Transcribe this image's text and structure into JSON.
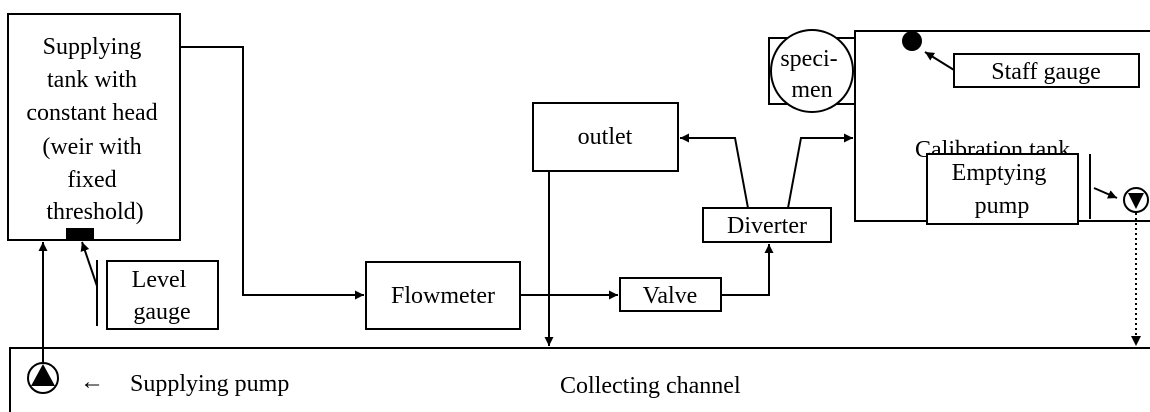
{
  "diagram": {
    "supply_tank": {
      "lines": [
        "Supplying",
        "tank with",
        "constant head",
        "(weir with",
        "fixed",
        "threshold)"
      ]
    },
    "level_gauge": {
      "lines": [
        "Level",
        "gauge"
      ]
    },
    "flowmeter": {
      "label": "Flowmeter"
    },
    "valve": {
      "label": "Valve"
    },
    "outlet": {
      "label": "outlet"
    },
    "diverter": {
      "label": "Diverter"
    },
    "specimen": {
      "lines": [
        "speci-",
        "men"
      ]
    },
    "calibration_tank": {
      "label": "Calibration tank"
    },
    "staff_gauge": {
      "label": "Staff gauge"
    },
    "emptying_pump": {
      "lines": [
        "Emptying",
        "pump"
      ]
    },
    "collecting_channel": {
      "label": "Collecting channel"
    },
    "supplying_pump": {
      "label": "Supplying pump",
      "arrow": "←"
    }
  }
}
